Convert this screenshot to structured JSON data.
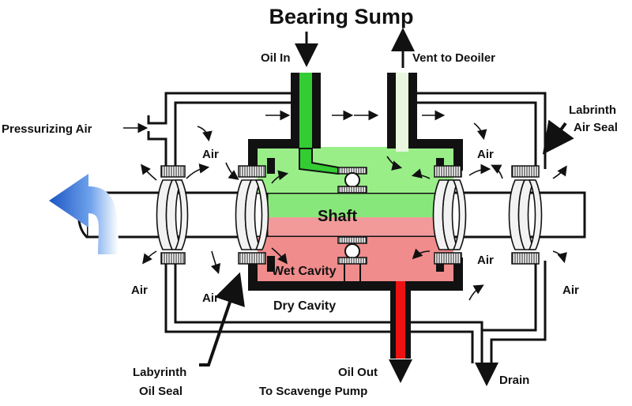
{
  "title": "Bearing Sump",
  "labels": {
    "oil_in": "Oil In",
    "vent": "Vent to Deoiler",
    "pressurizing_air": "Pressurizing Air",
    "labyrinth_air_seal_line1": "Labrinth",
    "labyrinth_air_seal_line2": "Air Seal",
    "shaft": "Shaft",
    "wet_cavity": "Wet Cavity",
    "dry_cavity": "Dry Cavity",
    "air": "Air",
    "labyrinth_oil_seal_line1": "Labyrinth",
    "labyrinth_oil_seal_line2": "Oil Seal",
    "oil_out_line1": "Oil Out",
    "oil_out_line2": "To Scavenge Pump",
    "drain": "Drain"
  },
  "colors": {
    "wet_green": "#99ee88",
    "wet_pink": "#f08c8c",
    "oil_in_green": "#33cc33",
    "oil_out_red": "#ee1111",
    "rotation_arrow": "#2a6fd6",
    "housing": "#111111"
  },
  "icons": {
    "rotation": "curved-rotation-arrow-icon",
    "flow": "flow-arrow-icon",
    "bearing": "ball-bearing-icon"
  }
}
